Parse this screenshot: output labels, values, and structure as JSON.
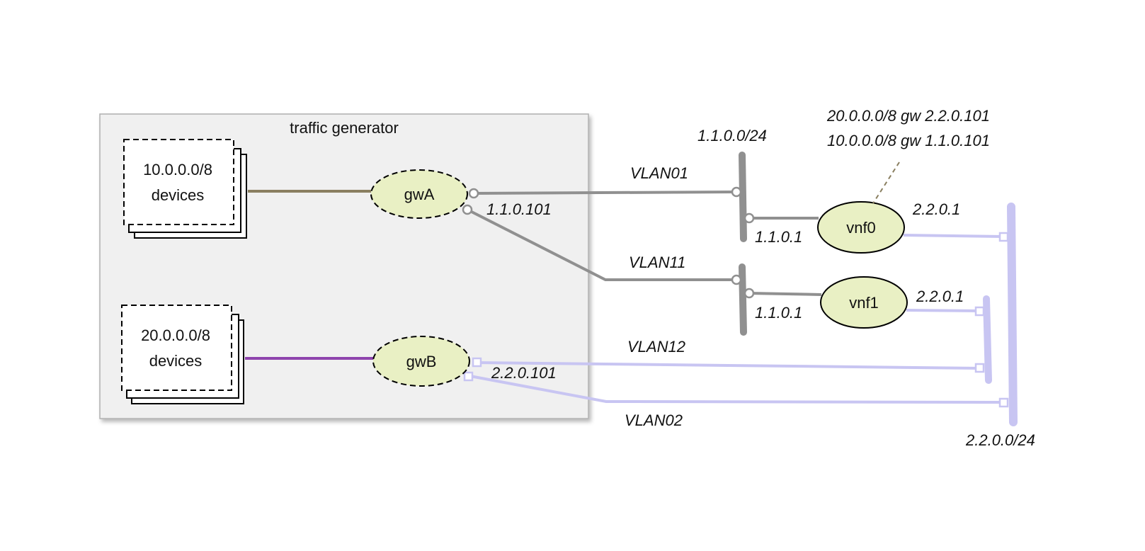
{
  "traffic_generator": {
    "title": "traffic generator"
  },
  "device_groups": [
    {
      "line1": "10.0.0.0/8",
      "line2": "devices"
    },
    {
      "line1": "20.0.0.0/8",
      "line2": "devices"
    }
  ],
  "nodes": {
    "gwA": "gwA",
    "gwB": "gwB",
    "vnf0": "vnf0",
    "vnf1": "vnf1"
  },
  "links": {
    "vlan01": "VLAN01",
    "vlan11": "VLAN11",
    "vlan12": "VLAN12",
    "vlan02": "VLAN02"
  },
  "addresses": {
    "gwA_ip": "1.1.0.101",
    "gwB_ip": "2.2.0.101",
    "vnf0_left_ip": "1.1.0.1",
    "vnf1_left_ip": "1.1.0.1",
    "vnf0_right_ip": "2.2.0.1",
    "vnf1_right_ip": "2.2.0.1"
  },
  "networks": {
    "net_1": "1.1.0.0/24",
    "net_2": "2.2.0.0/24"
  },
  "routes": [
    "20.0.0.0/8 gw 2.2.0.101",
    "10.0.0.0/8 gw 1.1.0.101"
  ],
  "colors": {
    "panel": "#f0f0f0",
    "node_fill": "#e9f0c4",
    "gray_link": "#909090",
    "lavender_link": "#c8c5f2",
    "purple_link": "#8e44ad",
    "olive_link": "#8a7f60"
  }
}
